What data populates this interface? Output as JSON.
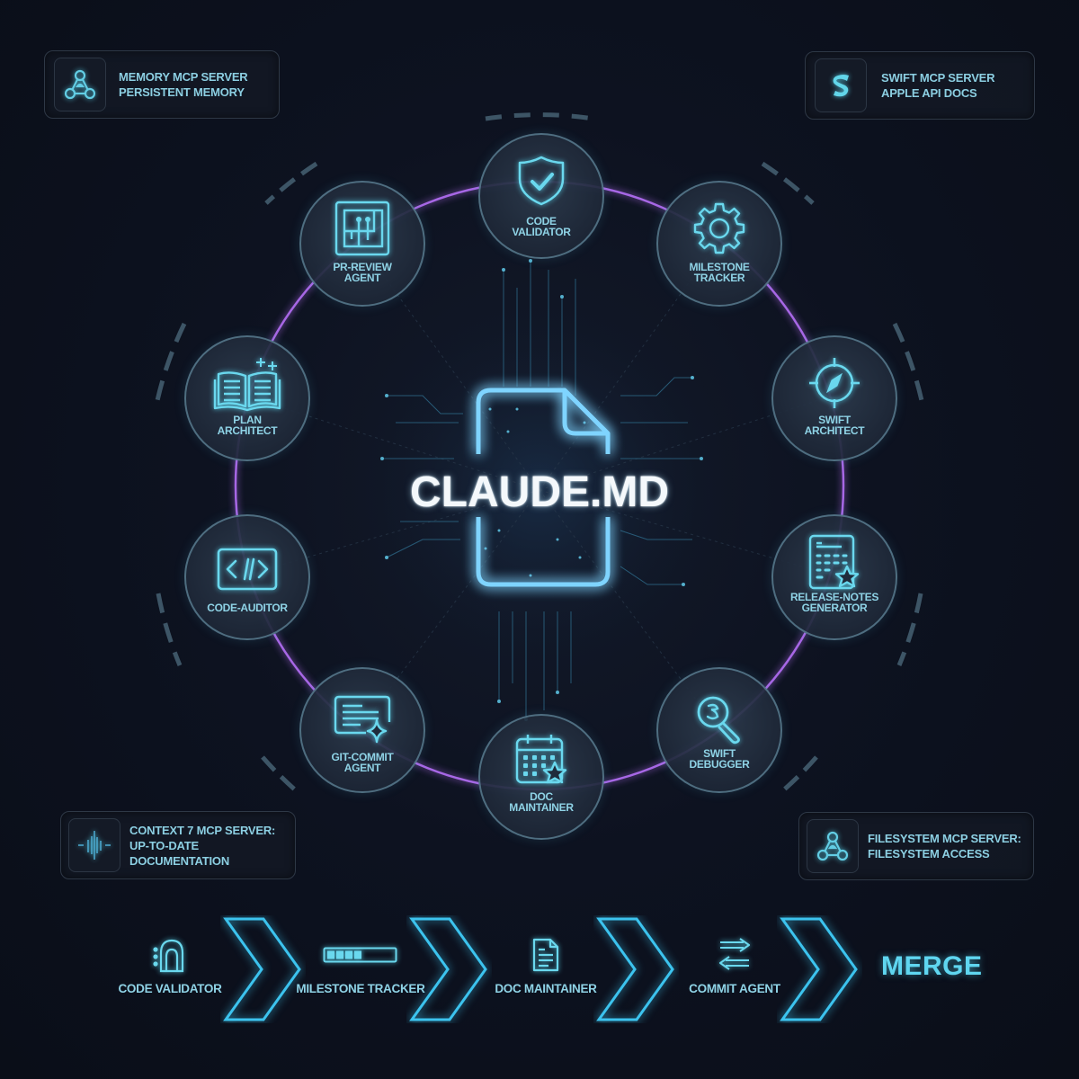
{
  "center": {
    "title": "CLAUDE.MD",
    "icon": "document-icon"
  },
  "colors": {
    "background": "#0d1220",
    "accent_cyan": "#5fd6f0",
    "text_cyan": "#8fd3e6",
    "ring_purple": "#b06cf0",
    "center_title": "#f4f8fb"
  },
  "mcp_servers": [
    {
      "id": "memory",
      "icon": "network-nodes-icon",
      "line1": "MEMORY MCP SERVER",
      "line2": "PERSISTENT MEMORY",
      "line3": ""
    },
    {
      "id": "swift",
      "icon": "swift-s-icon",
      "line1": "SWIFT MCP SERVER",
      "line2": "APPLE API DOCS",
      "line3": ""
    },
    {
      "id": "context7",
      "icon": "signal-bars-icon",
      "line1": "CONTEXT 7 MCP SERVER:",
      "line2": "UP-TO-DATE",
      "line3": "DOCUMENTATION"
    },
    {
      "id": "filesystem",
      "icon": "network-nodes-icon",
      "line1": "FILESYSTEM MCP SERVER:",
      "line2": "FILESYSTEM ACCESS",
      "line3": ""
    }
  ],
  "agents": [
    {
      "id": "code-validator",
      "icon": "shield-check-icon",
      "line1": "CODE",
      "line2": "VALIDATOR"
    },
    {
      "id": "pr-review",
      "icon": "blueprint-icon",
      "line1": "PR-REVIEW",
      "line2": "AGENT"
    },
    {
      "id": "milestone-tracker",
      "icon": "gear-icon",
      "line1": "MILESTONE",
      "line2": "TRACKER"
    },
    {
      "id": "plan-architect",
      "icon": "open-book-icon",
      "line1": "PLAN",
      "line2": "ARCHITECT"
    },
    {
      "id": "swift-architect",
      "icon": "compass-icon",
      "line1": "SWIFT",
      "line2": "ARCHITECT"
    },
    {
      "id": "code-auditor",
      "icon": "code-brackets-icon",
      "line1": "CODE-AUDITOR",
      "line2": ""
    },
    {
      "id": "release-notes",
      "icon": "calendar-star-icon",
      "line1": "RELEASE-NOTES",
      "line2": "GENERATOR"
    },
    {
      "id": "git-commit",
      "icon": "message-sparkle-icon",
      "line1": "GIT-COMMIT",
      "line2": "AGENT"
    },
    {
      "id": "swift-debugger",
      "icon": "magnifier-icon",
      "line1": "SWIFT",
      "line2": "DEBUGGER"
    },
    {
      "id": "doc-maintainer",
      "icon": "calendar-star-icon",
      "line1": "DOC",
      "line2": "MAINTAINER"
    }
  ],
  "pipeline": {
    "steps": [
      {
        "label": "CODE VALIDATOR",
        "icon": "arch-lock-icon"
      },
      {
        "label": "MILESTONE TRACKER",
        "icon": "progress-bar-icon",
        "progress_segments_filled": 4
      },
      {
        "label": "DOC MAINTAINER",
        "icon": "document-lines-icon"
      },
      {
        "label": "COMMIT AGENT",
        "icon": "swap-arrows-icon"
      }
    ],
    "final": "MERGE"
  }
}
